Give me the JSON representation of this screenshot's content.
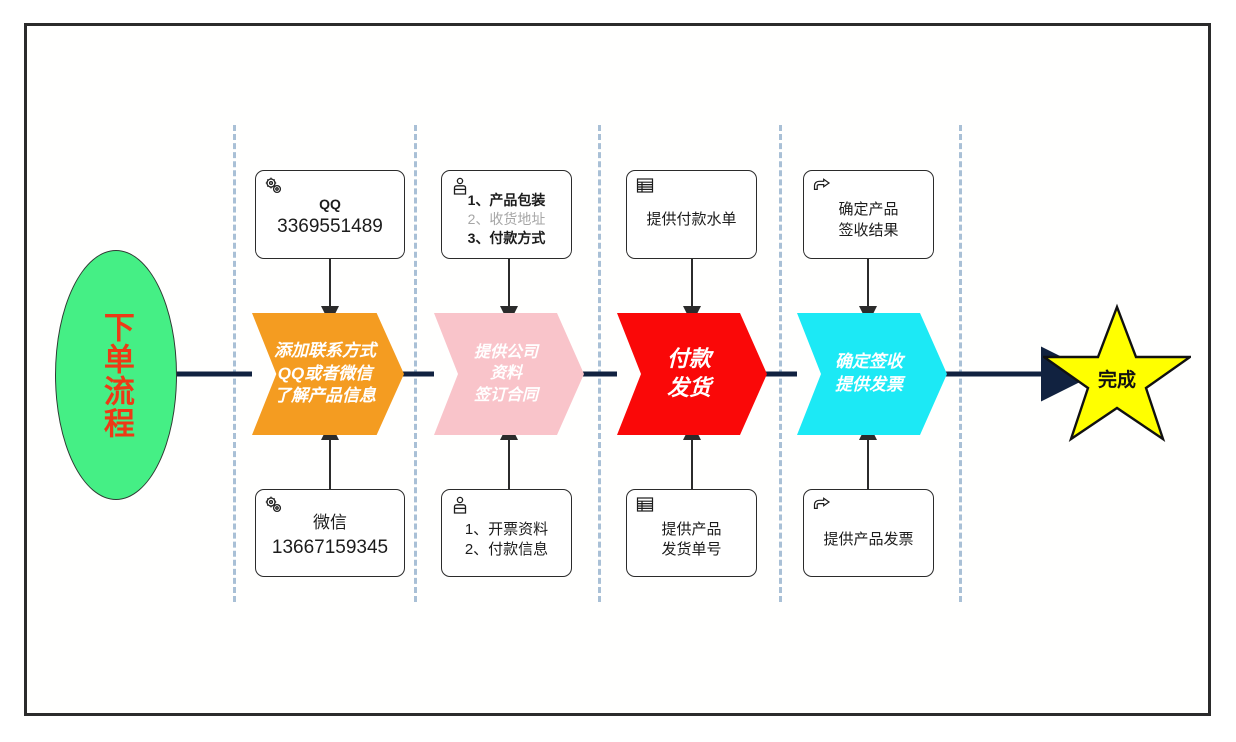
{
  "diagram": {
    "title": "下单流程",
    "start": {
      "label": "下单流程",
      "color": "#45ef85",
      "text_color": "#ec3a16"
    },
    "end": {
      "label": "完成",
      "color": "#ffff00",
      "text_color": "#111111",
      "shape": "star"
    },
    "stages": [
      {
        "id": "stage-1",
        "chevron": {
          "lines": [
            "添加联系方式",
            "QQ或者微信",
            "了解产品信息"
          ],
          "color": "#f49c21"
        },
        "top_note": {
          "icon": "gears-icon",
          "lines": [
            {
              "text": "QQ",
              "style": "bold"
            },
            {
              "text": "3369551489",
              "style": "mono"
            }
          ]
        },
        "bottom_note": {
          "icon": "gears-icon",
          "lines": [
            {
              "text": "微信",
              "style": "big"
            },
            {
              "text": "13667159345",
              "style": "mono"
            }
          ]
        }
      },
      {
        "id": "stage-2",
        "chevron": {
          "lines": [
            "提供公司",
            "资料",
            "签订合同"
          ],
          "color": "#f9c4ca"
        },
        "top_note": {
          "icon": "person-bag-icon",
          "lines": [
            {
              "text": "1、产品包装",
              "style": "bold"
            },
            {
              "text": "2、收货地址",
              "style": "muted"
            },
            {
              "text": "3、付款方式",
              "style": "bold"
            }
          ]
        },
        "bottom_note": {
          "icon": "person-bag-icon",
          "lines": [
            {
              "text": "1、开票资料",
              "style": "normal"
            },
            {
              "text": "2、付款信息",
              "style": "normal"
            }
          ]
        }
      },
      {
        "id": "stage-3",
        "chevron": {
          "lines": [
            "付款",
            "发货"
          ],
          "color": "#fa0808"
        },
        "top_note": {
          "icon": "document-list-icon",
          "lines": [
            {
              "text": "提供付款水单",
              "style": "normal"
            }
          ]
        },
        "bottom_note": {
          "icon": "document-list-icon",
          "lines": [
            {
              "text": "提供产品",
              "style": "normal"
            },
            {
              "text": "发货单号",
              "style": "normal"
            }
          ]
        }
      },
      {
        "id": "stage-4",
        "chevron": {
          "lines": [
            "确定签收",
            "提供发票"
          ],
          "color": "#1ce9f5"
        },
        "top_note": {
          "icon": "pointing-hand-icon",
          "lines": [
            {
              "text": "确定产品",
              "style": "normal"
            },
            {
              "text": "签收结果",
              "style": "normal"
            }
          ]
        },
        "bottom_note": {
          "icon": "pointing-hand-icon",
          "lines": [
            {
              "text": "提供产品发票",
              "style": "normal"
            }
          ]
        }
      }
    ],
    "colors": {
      "flow_arrow": "#112240",
      "connector_arrow": "#2b2b2b",
      "separator": "#a9c0d6",
      "frame": "#2b2b2b"
    }
  }
}
